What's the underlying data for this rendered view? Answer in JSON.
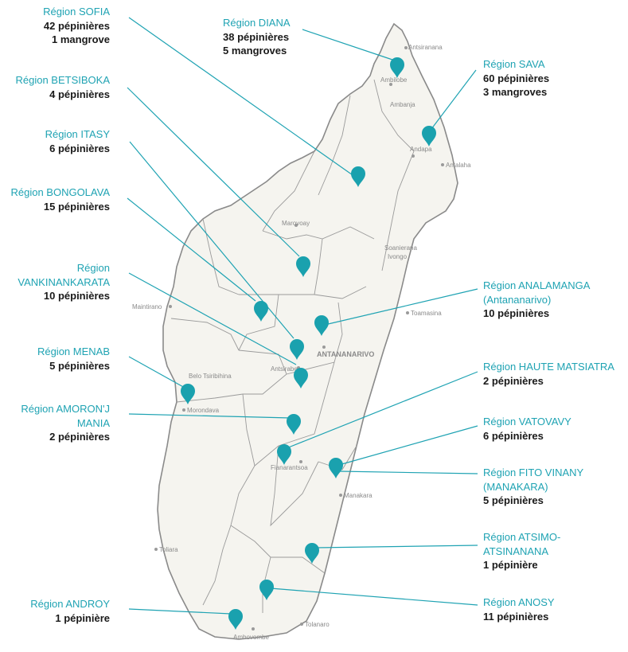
{
  "regions": [
    {
      "id": "sofia",
      "name": "Région SOFIA",
      "stats": [
        "42 pépinières",
        "1 mangrove"
      ]
    },
    {
      "id": "betsiboka",
      "name": "Région BETSIBOKA",
      "stats": [
        "4 pépinières"
      ]
    },
    {
      "id": "itasy",
      "name": "Région ITASY",
      "stats": [
        "6 pépinières"
      ]
    },
    {
      "id": "bongolava",
      "name": "Région BONGOLAVA",
      "stats": [
        "15 pépinières"
      ]
    },
    {
      "id": "vakinankaratra",
      "name": "Région\nVANKINANKARATA",
      "stats": [
        "10 pépinières"
      ]
    },
    {
      "id": "menabe",
      "name": "Région MENAB",
      "stats": [
        "5 pépinières"
      ]
    },
    {
      "id": "amoronimania",
      "name": "Région AMORON'J\nMANIA",
      "stats": [
        "2 pépinières"
      ]
    },
    {
      "id": "androy",
      "name": "Région ANDROY",
      "stats": [
        "1 pépinière"
      ]
    },
    {
      "id": "diana",
      "name": "Région DIANA",
      "stats": [
        "38 pépinières",
        "5 mangroves"
      ]
    },
    {
      "id": "sava",
      "name": "Région SAVA",
      "stats": [
        "60 pépinières",
        "3 mangroves"
      ]
    },
    {
      "id": "analamanga",
      "name": "Région ANALAMANGA\n(Antananarivo)",
      "stats": [
        "10 pépinières"
      ]
    },
    {
      "id": "hautematsiatra",
      "name": "Région HAUTE MATSIATRA",
      "stats": [
        "2 pépinières"
      ]
    },
    {
      "id": "vatovavy",
      "name": "Région VATOVAVY",
      "stats": [
        "6 pépinières"
      ]
    },
    {
      "id": "fitovinany",
      "name": "Région FITO VINANY\n(MANAKARA)",
      "stats": [
        "5 pépinières"
      ]
    },
    {
      "id": "atsimoatsinanana",
      "name": "Région ATSIMO-\nATSINANANA",
      "stats": [
        "1 pépinière"
      ]
    },
    {
      "id": "anosy",
      "name": "Région ANOSY",
      "stats": [
        "11  pépinières"
      ]
    }
  ],
  "cities": {
    "antsiranana": "Antsiranana",
    "ambilobe": "Ambilobe",
    "ambanja": "Ambanja",
    "andapa": "Andapa",
    "antalaha": "Antalaha",
    "marovoay": "Marovoay",
    "soanierana_ivongo": "Soanierana\nIvongo",
    "maintirano": "Maintirano",
    "toamasina": "Toamasina",
    "antananarivo": "ANTANANARIVO",
    "belo_tsiribihina": "Belo Tsiribihina",
    "antsirabe": "Antsirabe",
    "morondava": "Morondava",
    "fianarantsoa": "Fianarantsoa",
    "manakara": "Manakara",
    "toliara": "Toliara",
    "tolanaro": "Tolanaro",
    "ambovombe": "Ambovombe"
  },
  "colors": {
    "accent": "#1fa3b3",
    "pin": "#1aa1ae",
    "land": "#f5f4ef",
    "border": "#8a8a8a"
  }
}
